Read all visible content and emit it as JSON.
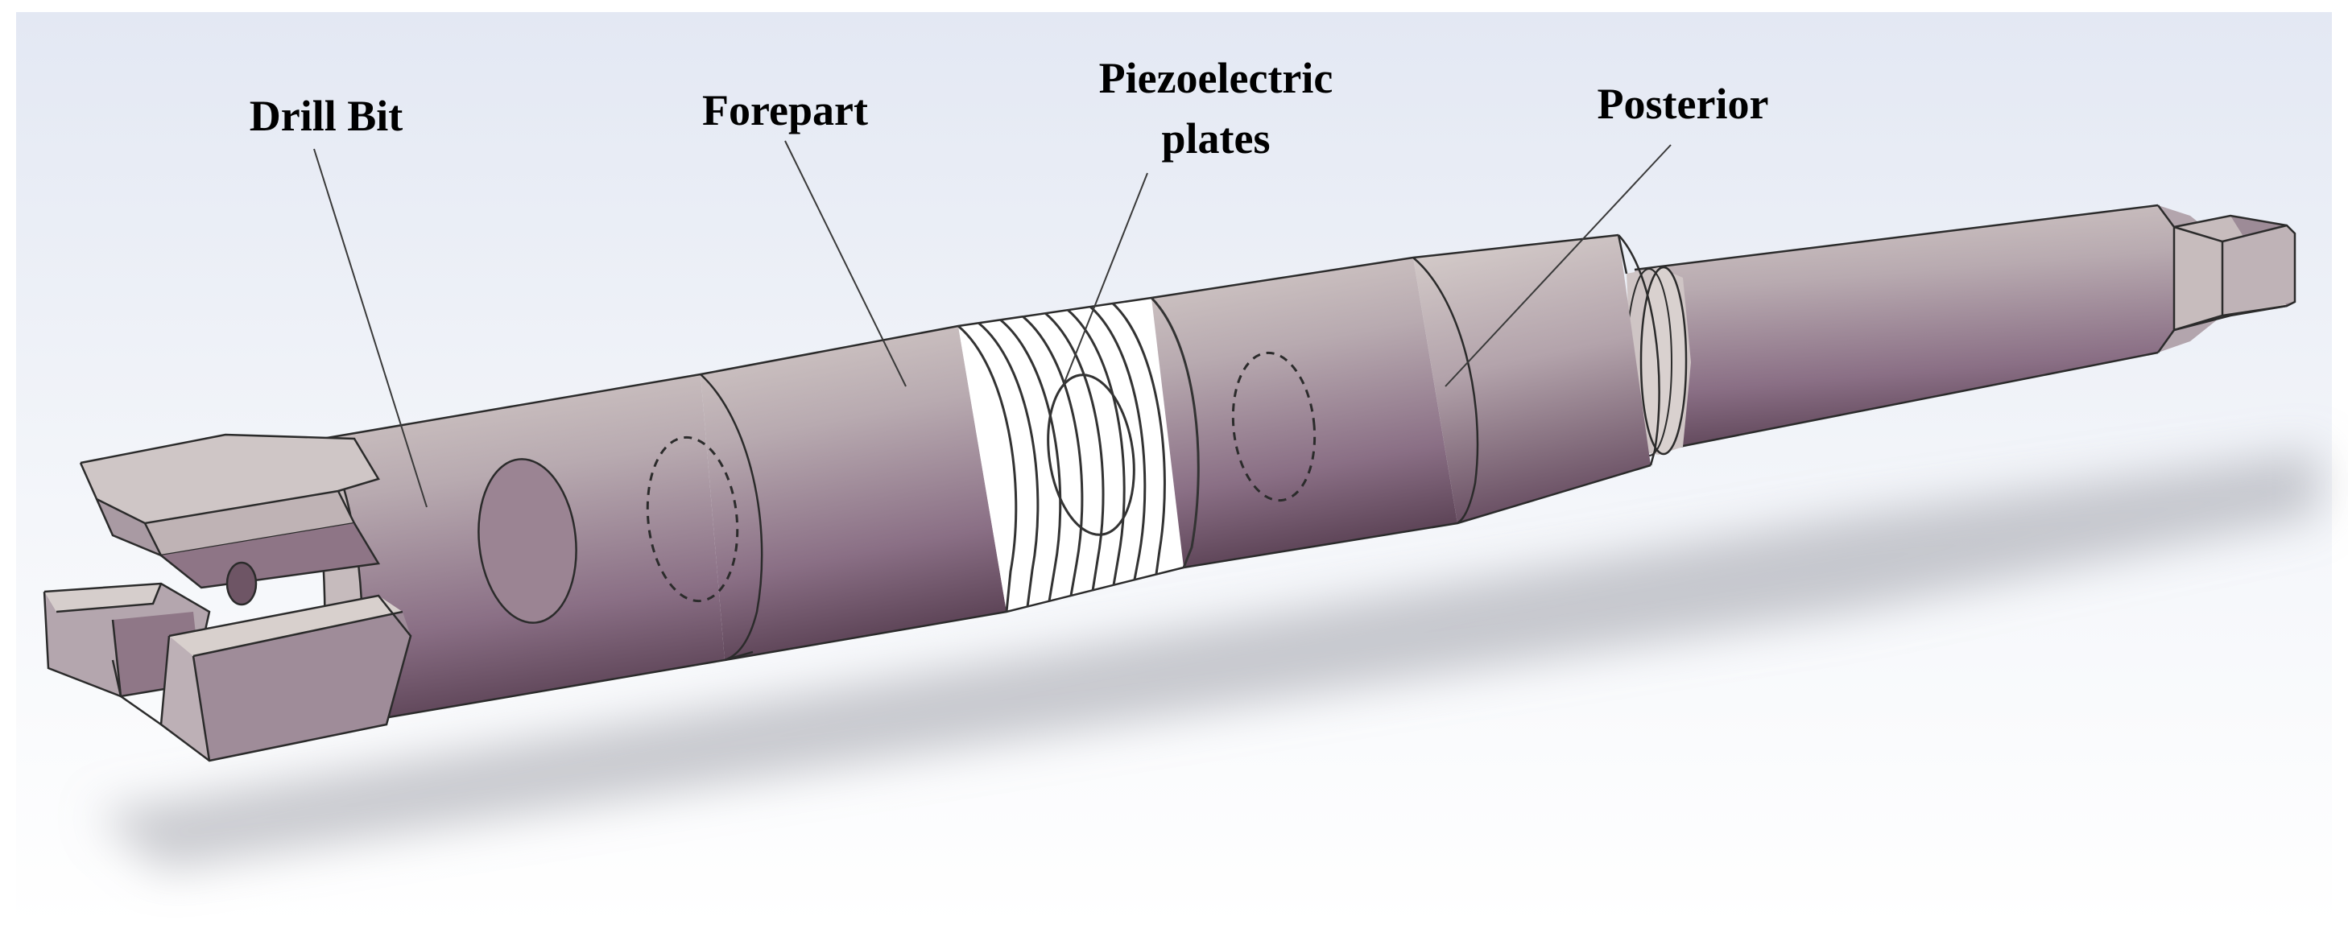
{
  "figure": {
    "labels": {
      "drill_bit": "Drill Bit",
      "forepart": "Forepart",
      "piezo_line1": "Piezoelectric",
      "piezo_line2": "plates",
      "posterior": "Posterior"
    },
    "colors": {
      "body_light": "#c9bfbd",
      "body_mid": "#9e8a98",
      "body_dark": "#6e5468",
      "background": "#eef1f8",
      "plates": "#ffffff",
      "text": "#000000"
    }
  }
}
